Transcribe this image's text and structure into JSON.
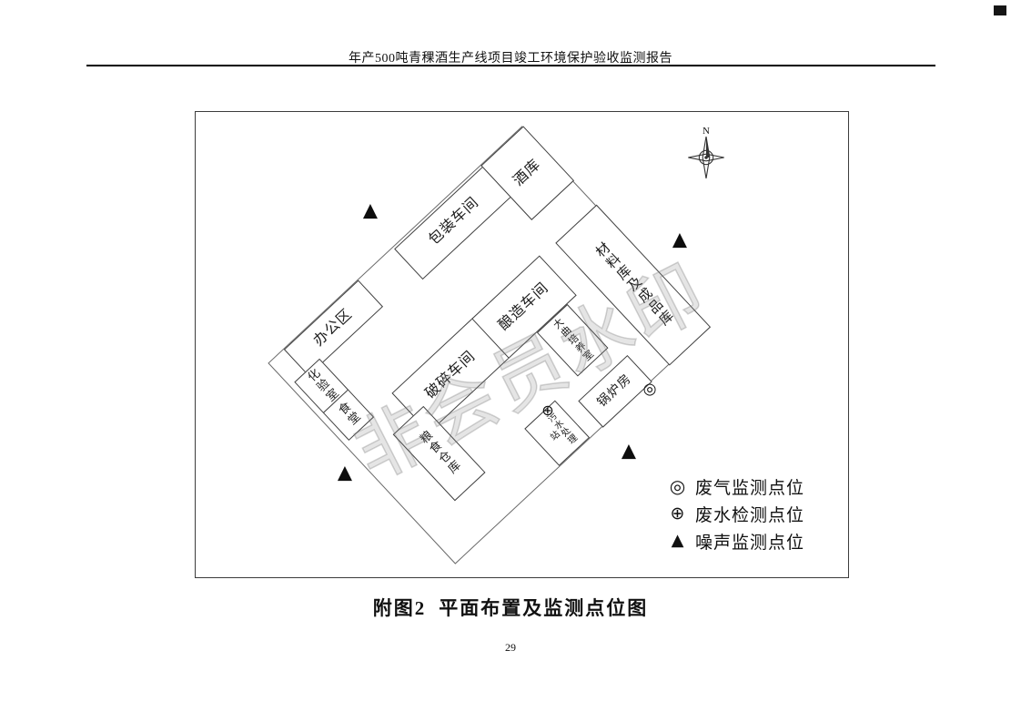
{
  "page": {
    "header_title": "年产500吨青稞酒生产线项目竣工环境保护验收监测报告",
    "caption_prefix": "附图2",
    "caption_text": "平面布置及监测点位图",
    "page_number": "29"
  },
  "diagram": {
    "compass_label": "N",
    "watermark": "非会员水印",
    "buildings": {
      "office": "办公区",
      "packaging": "包装车间",
      "wine_store": "酒库",
      "materials": "材料库及成品库",
      "lab": "化验室",
      "canteen": "食堂",
      "crushing": "破碎车间",
      "brewing": "酿造车间",
      "daqu": "大曲培养室",
      "grain": "粮食仓库",
      "sewage": "污水处理站",
      "boiler": "锅炉房"
    },
    "symbols": {
      "gas": "◎",
      "water": "⊕",
      "noise": "▲"
    },
    "legend": [
      {
        "symbol": "◎",
        "label": "废气监测点位"
      },
      {
        "symbol": "⊕",
        "label": "废水检测点位"
      },
      {
        "symbol": "▲",
        "label": "噪声监测点位"
      }
    ]
  }
}
